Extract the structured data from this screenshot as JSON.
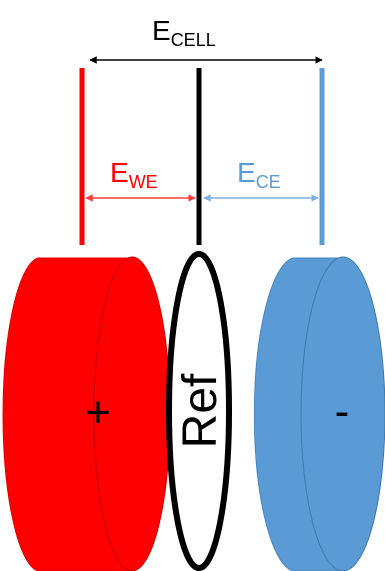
{
  "labels": {
    "cell": {
      "main": "E",
      "sub": "CELL"
    },
    "we": {
      "main": "E",
      "sub": "WE"
    },
    "ce": {
      "main": "E",
      "sub": "CE"
    }
  },
  "electrodes": {
    "positive": {
      "sign": "+"
    },
    "reference": {
      "text": "Ref"
    },
    "negative": {
      "sign": "-"
    }
  },
  "colors": {
    "working": "#ff0000",
    "counter": "#5b9bd5",
    "reference": "#000000",
    "cell_arrow": "#000000",
    "we_arrow": "#ff3b3b",
    "ce_arrow": "#7fb1e0"
  }
}
